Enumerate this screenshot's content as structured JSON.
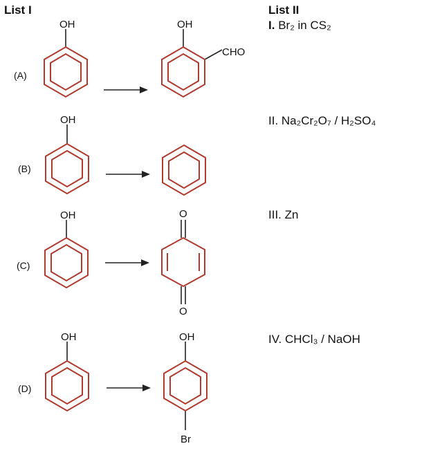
{
  "headers": {
    "list1": "List I",
    "list2": "List II"
  },
  "rows": [
    {
      "label": "(A)",
      "reactant_group": "OH",
      "product_groups": [
        "OH",
        "CHO"
      ]
    },
    {
      "label": "(B)",
      "reactant_group": "OH",
      "product_groups": []
    },
    {
      "label": "(C)",
      "reactant_group": "OH",
      "product_groups": [
        "O",
        "O"
      ]
    },
    {
      "label": "(D)",
      "reactant_group": "OH",
      "product_groups": [
        "OH",
        "Br"
      ]
    }
  ],
  "list2": [
    {
      "num": "I.",
      "text": "Br₂ in CS₂"
    },
    {
      "num": "II.",
      "text": "Na₂Cr₂O₇ / H₂SO₄"
    },
    {
      "num": "III.",
      "text": "Zn"
    },
    {
      "num": "IV.",
      "text": "CHCl₃ / NaOH"
    }
  ],
  "colors": {
    "ring": "#b03a2e",
    "bond": "#222222",
    "text": "#111111"
  }
}
